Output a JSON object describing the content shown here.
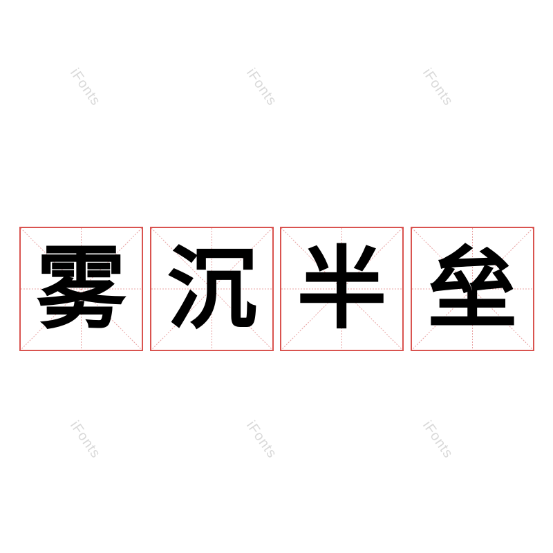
{
  "watermark": "iFonts",
  "characters": [
    {
      "glyph": "雾"
    },
    {
      "glyph": "沉"
    },
    {
      "glyph": "半"
    },
    {
      "glyph": "垒"
    }
  ],
  "colors": {
    "grid": "#d9534f",
    "text": "#000000",
    "watermark": "#d9d9d9"
  }
}
